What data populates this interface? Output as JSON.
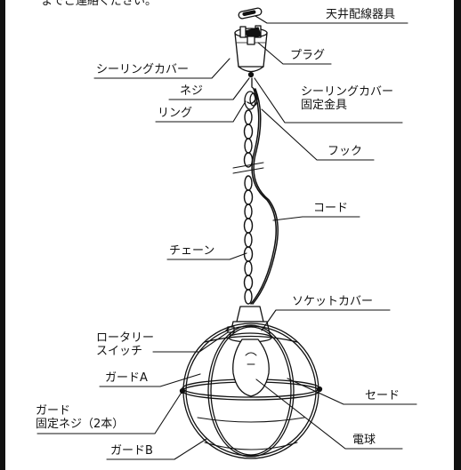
{
  "header_fragment": "までご連絡ください。",
  "labels": {
    "ceiling_fixture": "天井配線器具",
    "plug": "プラグ",
    "ceiling_cover": "シーリングカバー",
    "screw": "ネジ",
    "ceiling_bracket_line1": "シーリングカバー",
    "ceiling_bracket_line2": "固定金具",
    "ring": "リング",
    "hook": "フック",
    "cord": "コード",
    "chain": "チェーン",
    "socket_cover": "ソケットカバー",
    "rotary_switch_line1": "ロータリー",
    "rotary_switch_line2": "スイッチ",
    "guard_a": "ガードA",
    "shade": "セード",
    "guard_screw_line1": "ガード",
    "guard_screw_line2": "固定ネジ（2本）",
    "bulb": "電球",
    "guard_b": "ガードB"
  },
  "colors": {
    "line": "#111111",
    "frame": "#111111",
    "background": "#ffffff"
  }
}
